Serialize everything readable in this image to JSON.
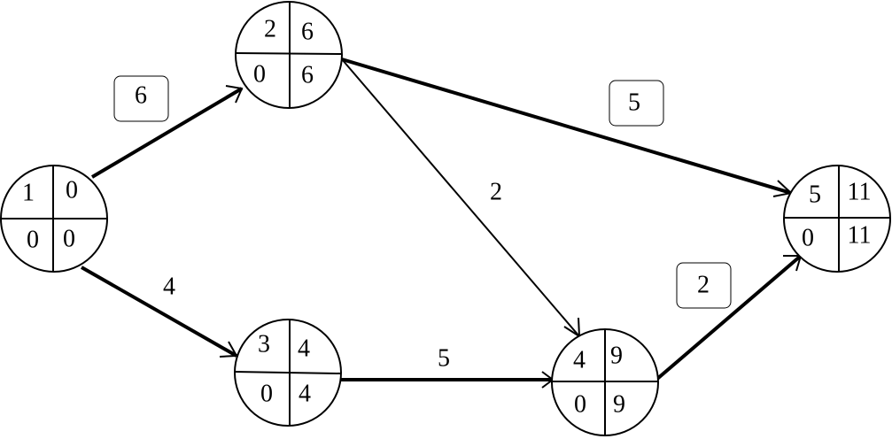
{
  "diagram": {
    "type": "activity-network-critical-path",
    "nodes": [
      {
        "id": "n1",
        "event": "1",
        "earliest": "0",
        "slack": "0",
        "latest": "0"
      },
      {
        "id": "n2",
        "event": "2",
        "earliest": "6",
        "slack": "0",
        "latest": "6"
      },
      {
        "id": "n3",
        "event": "3",
        "earliest": "4",
        "slack": "0",
        "latest": "4"
      },
      {
        "id": "n4",
        "event": "4",
        "earliest": "9",
        "slack": "0",
        "latest": "9"
      },
      {
        "id": "n5",
        "event": "5",
        "earliest": "11",
        "slack": "0",
        "latest": "11"
      }
    ],
    "edges": [
      {
        "from": "n1",
        "to": "n2",
        "duration": "6",
        "critical": true,
        "boxed": true
      },
      {
        "from": "n1",
        "to": "n3",
        "duration": "4",
        "critical": true,
        "boxed": false
      },
      {
        "from": "n2",
        "to": "n5",
        "duration": "5",
        "critical": true,
        "boxed": true
      },
      {
        "from": "n2",
        "to": "n4",
        "duration": "2",
        "critical": false,
        "boxed": false
      },
      {
        "from": "n3",
        "to": "n4",
        "duration": "5",
        "critical": true,
        "boxed": false
      },
      {
        "from": "n4",
        "to": "n5",
        "duration": "2",
        "critical": true,
        "boxed": true
      }
    ]
  }
}
